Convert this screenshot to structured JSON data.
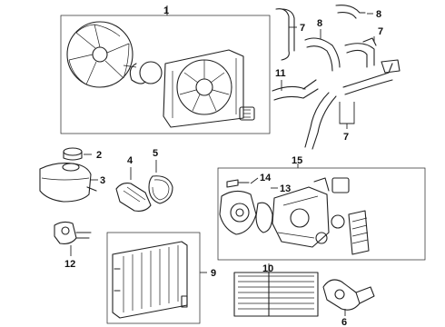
{
  "callouts": {
    "c1": "1",
    "c2": "2",
    "c3": "3",
    "c4": "4",
    "c5": "5",
    "c6": "6",
    "c7a": "7",
    "c7b": "7",
    "c7c": "7",
    "c8a": "8",
    "c8b": "8",
    "c9": "9",
    "c10": "10",
    "c11": "11",
    "c12": "12",
    "c13": "13",
    "c14": "14",
    "c15": "15"
  }
}
